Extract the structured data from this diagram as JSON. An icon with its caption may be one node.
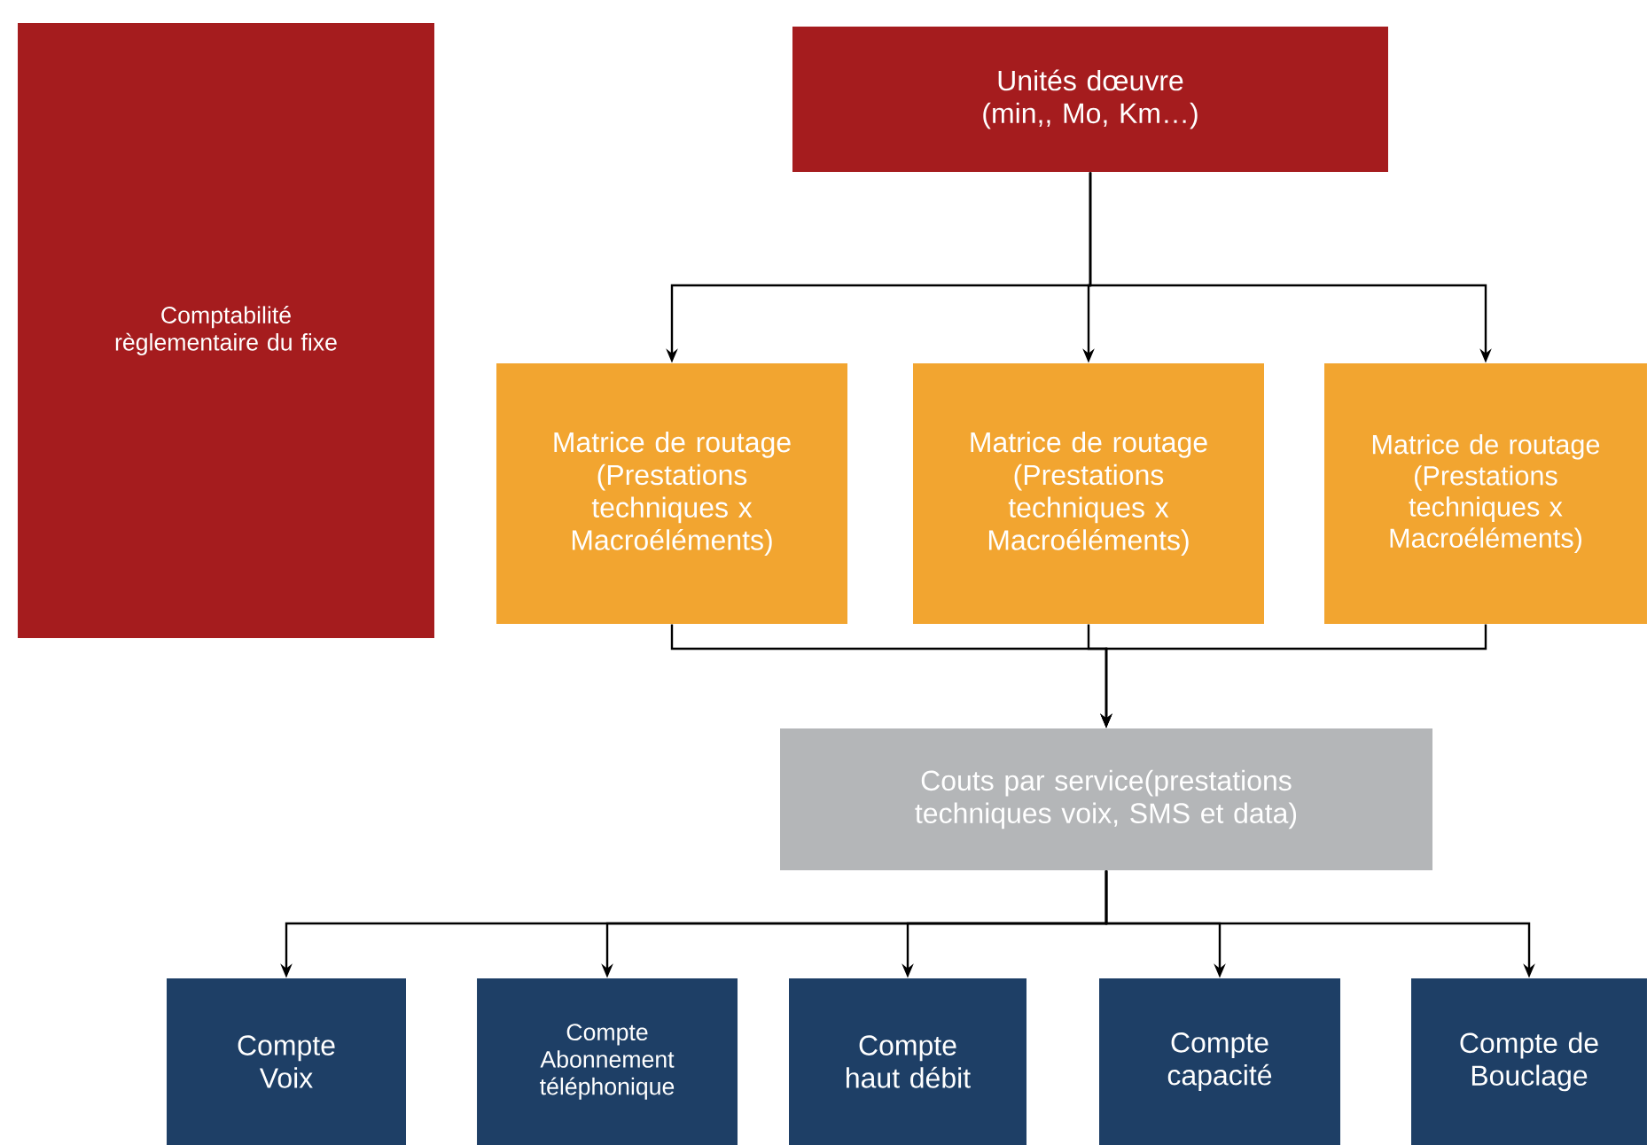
{
  "diagram": {
    "nodes": [
      {
        "text": [
          "Comptabilité règlementaire du fixe"
        ]
      },
      {
        "text": [
          "Unités dœuvre (min,, Mo, Km…)"
        ]
      },
      {
        "text": [
          "Matrice de routage (Prestations techniques x Macroéléments)"
        ]
      },
      {
        "text": [
          "Matrice de routage (Prestations techniques x Macroéléments)"
        ]
      },
      {
        "text": [
          "Matrice de routage (Prestations techniques x Macroéléments)"
        ]
      },
      {
        "text": [
          "Couts par service(prestations techniques voix, SMS et data)"
        ]
      },
      {
        "text": [
          "Compte Voix"
        ]
      },
      {
        "text": [
          "Compte Abonnement téléphonique"
        ]
      },
      {
        "text": [
          "Compte haut débit"
        ]
      },
      {
        "text": [
          "Compte capacité"
        ]
      },
      {
        "text": [
          "Compte de Bouclage"
        ]
      }
    ],
    "edges": [
      {
        "from": 1,
        "to": 2,
        "arrow": "to"
      },
      {
        "from": 1,
        "to": 3,
        "arrow": "to"
      },
      {
        "from": 1,
        "to": 4,
        "arrow": "to"
      },
      {
        "from": 2,
        "to": 5,
        "arrow": "to"
      },
      {
        "from": 3,
        "to": 5,
        "arrow": "to"
      },
      {
        "from": 4,
        "to": 5,
        "arrow": "to"
      },
      {
        "from": 5,
        "to": 6,
        "arrow": "to"
      },
      {
        "from": 5,
        "to": 7,
        "arrow": "to"
      },
      {
        "from": 5,
        "to": 8,
        "arrow": "to"
      },
      {
        "from": 5,
        "to": 9,
        "arrow": "to"
      },
      {
        "from": 5,
        "to": 10,
        "arrow": "to"
      }
    ]
  }
}
